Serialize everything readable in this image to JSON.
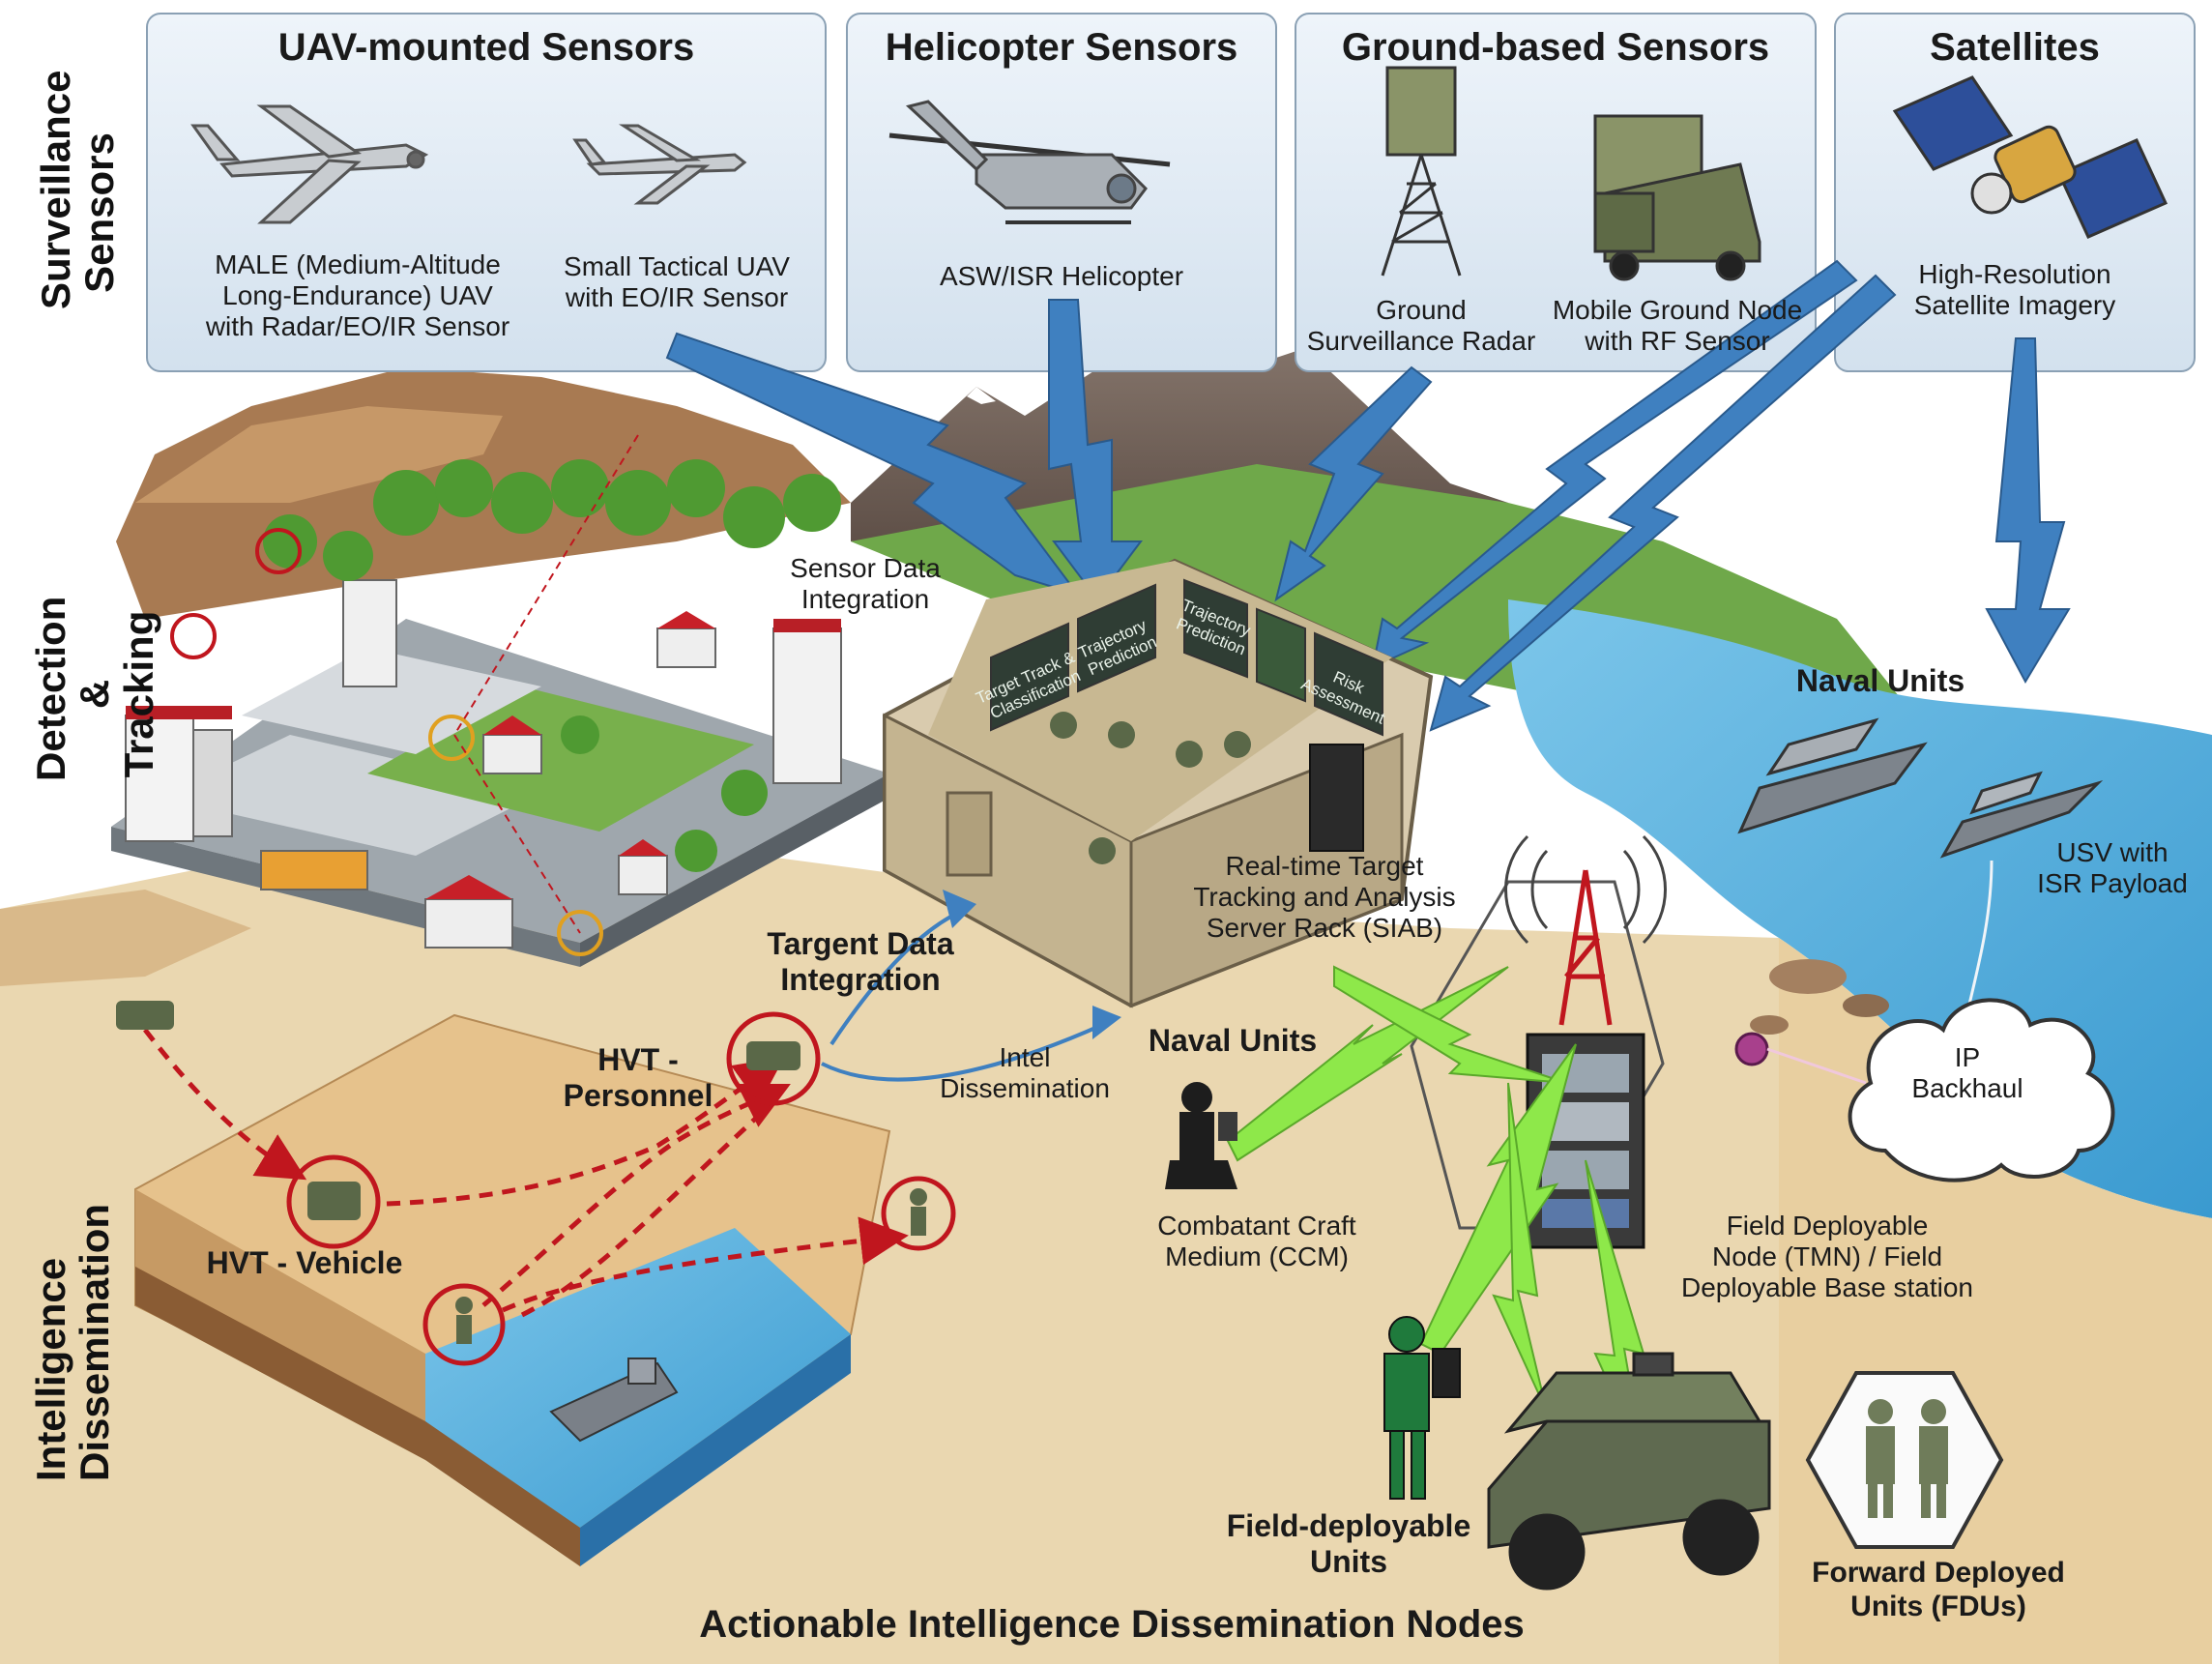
{
  "side_labels": {
    "surveillance": "Surveillance\nSensors",
    "detection": "Detection &\nTracking",
    "dissemination": "Intelligence\nDissemination"
  },
  "sensor_boxes": {
    "uav": {
      "title": "UAV-mounted Sensors",
      "male": "MALE (Medium-Altitude\nLong-Endurance) UAV\nwith Radar/EO/IR Sensor",
      "small": "Small Tactical UAV\nwith EO/IR Sensor"
    },
    "helicopter": {
      "title": "Helicopter Sensors",
      "asw": "ASW/ISR Helicopter"
    },
    "ground": {
      "title": "Ground-based Sensors",
      "radar": "Ground\nSurveillance Radar",
      "mobile": "Mobile Ground Node\nwith RF Sensor"
    },
    "satellites": {
      "title": "Satellites",
      "imagery": "High-Resolution\nSatellite Imagery"
    }
  },
  "center": {
    "sensor_integration": "Sensor Data\nIntegration",
    "screens": {
      "track": "Target Track &\nClassification",
      "trajectory": "Trajectory\nPrediction",
      "trajectory2": "Trajectory\nPrediction",
      "risk": "Risk\nAssessment"
    },
    "server": "Real-time Target\nTracking and Analysis\nServer Rack (SIAB)",
    "target_integration": "Targent Data\nIntegration",
    "intel": "Intel\nDissemination"
  },
  "targets": {
    "personnel": "HVT - Personnel",
    "vehicle": "HVT - Vehicle"
  },
  "naval": {
    "units_top": "Naval Units",
    "usv": "USV with\nISR Payload",
    "units_mid": "Naval Units",
    "ccm": "Combatant Craft\nMedium (CCM)"
  },
  "network": {
    "ip": "IP\nBackhaul",
    "fdn": "Field Deployable\nNode (TMN) / Field\nDeployable Base station"
  },
  "units": {
    "field": "Field-deployable\nUnits",
    "fdu": "Forward Deployed\nUnits (FDUs)"
  },
  "footer": "Actionable Intelligence Dissemination Nodes",
  "colors": {
    "box_fill": "#dfe9f3",
    "arrow_blue": "#3f80c0",
    "track_red": "#c0161e",
    "signal_green": "#8ee84a",
    "sea": "#5ab0dc",
    "sand": "#e8cfa0"
  }
}
